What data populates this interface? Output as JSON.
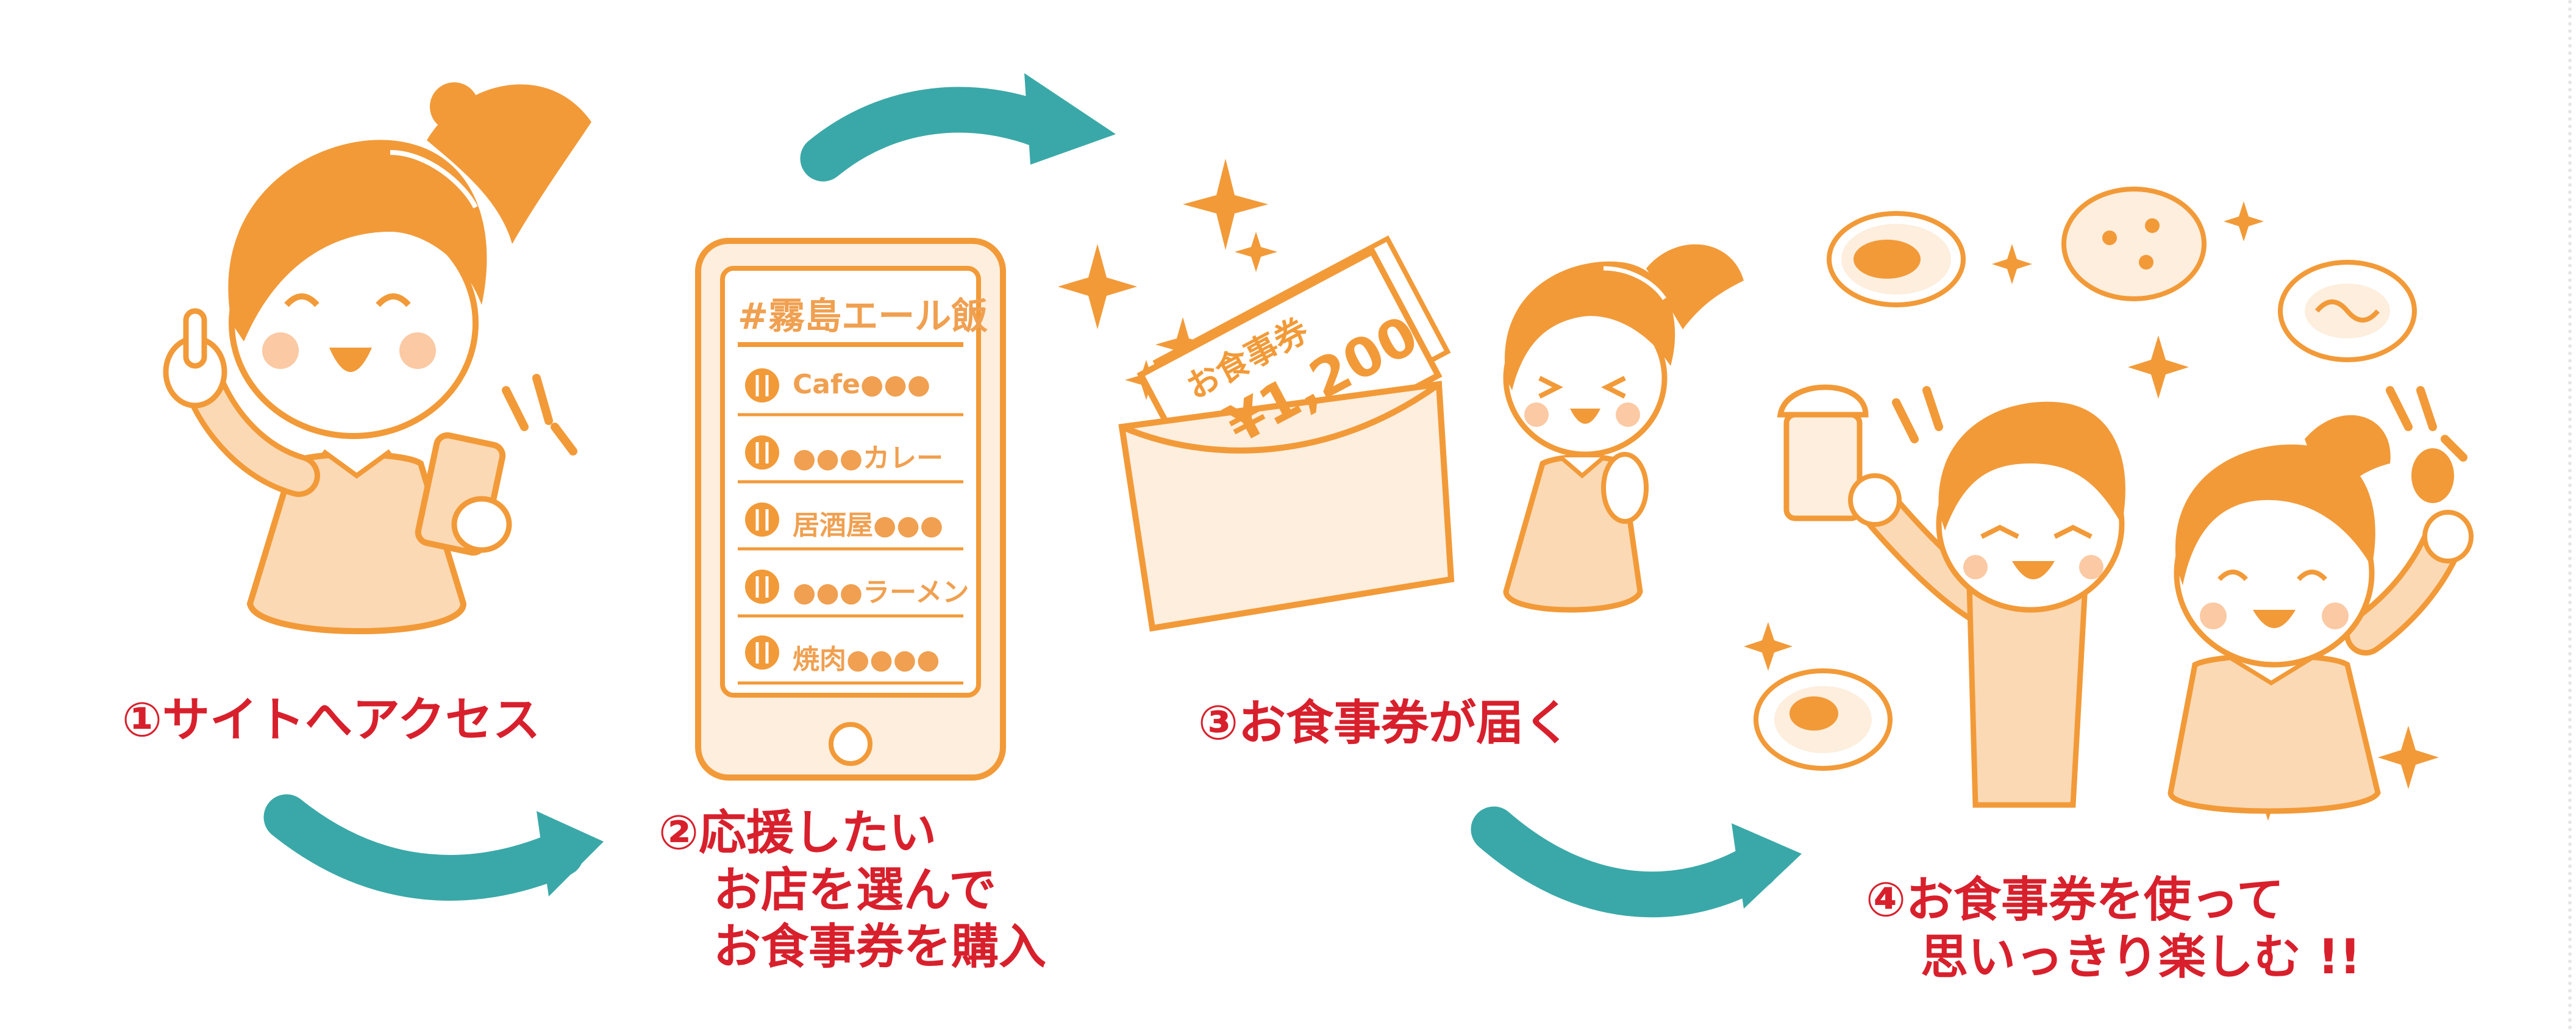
{
  "steps": [
    {
      "caption": "①サイトへアクセス"
    },
    {
      "caption_lines": [
        "②応援したい",
        "お店を選んで",
        "お食事券を購入"
      ]
    },
    {
      "caption": "③お食事券が届く"
    },
    {
      "caption_lines": [
        "④お食事券を使って",
        "思いっきり楽しむ !!"
      ]
    }
  ],
  "phone": {
    "title": "#霧島エール飯",
    "items": [
      {
        "label": "Cafe●●●",
        "icon": "fork-knife-icon"
      },
      {
        "label": "●●●カレー",
        "icon": "fork-knife-icon"
      },
      {
        "label": "居酒屋●●●",
        "icon": "fork-knife-icon"
      },
      {
        "label": "●●●ラーメン",
        "icon": "fork-knife-icon"
      },
      {
        "label": "焼肉●●●●",
        "icon": "fork-knife-icon"
      }
    ]
  },
  "voucher": {
    "title": "お食事券",
    "amount": "¥1,200"
  },
  "colors": {
    "orange": "#f29a38",
    "skin": "#fbd9b4",
    "teal": "#3aa8a8",
    "red_text": "#d8202c",
    "cream": "#fdeedd"
  }
}
